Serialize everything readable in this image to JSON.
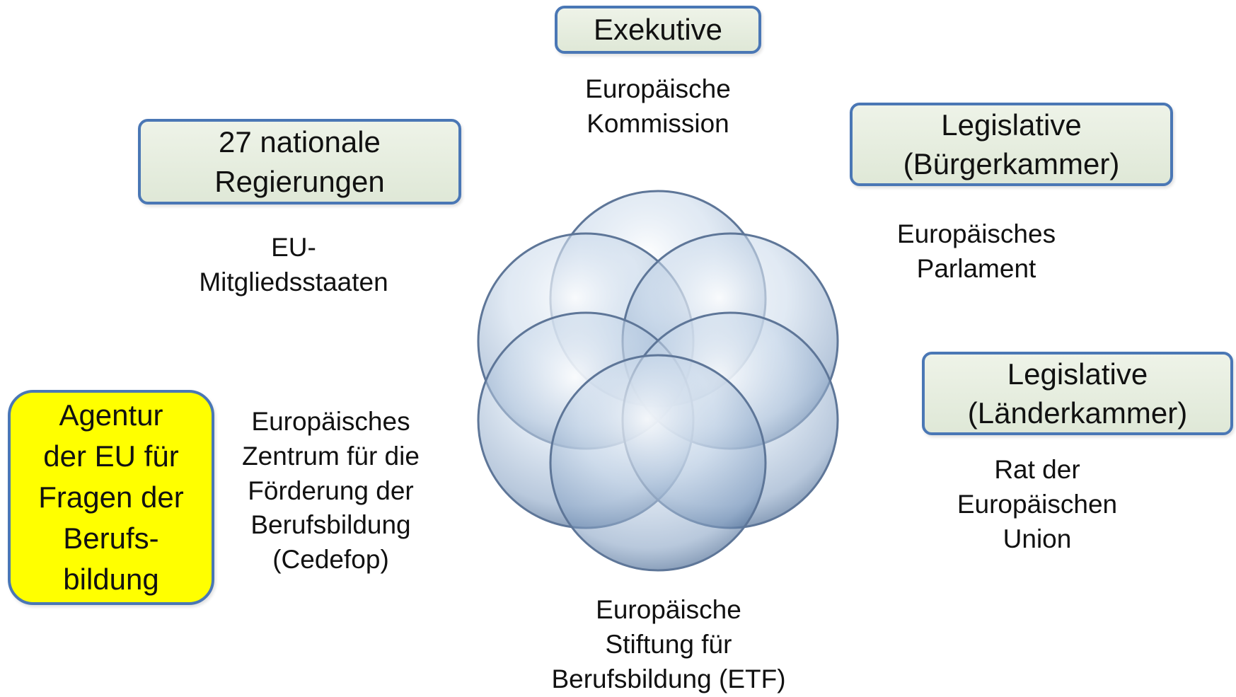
{
  "boxes": {
    "exekutive": "Exekutive",
    "national": "27 nationale\nRegierungen",
    "buergerkammer": "Legislative\n(Bürgerkammer)",
    "laenderkammer": "Legislative\n(Länderkammer)",
    "agentur": "Agentur\nder EU für\nFragen der\nBerufs-\nbildung"
  },
  "labels": {
    "kommission": "Europäische\nKommission",
    "mitgliedsstaaten": "EU-\nMitgliedsstaaten",
    "parlament": "Europäisches\nParlament",
    "rat": "Rat der\nEuropäischen\nUnion",
    "cedefop": "Europäisches\nZentrum für die\nFörderung der\nBerufsbildung\n(Cedefop)",
    "etf": "Europäische\nStiftung für\nBerufsbildung (ETF)"
  },
  "colors": {
    "box_border": "#4a77b5",
    "box_fill": "#e4ecdc",
    "highlight_fill": "#ffff00",
    "circle_fill": "#b9cde3",
    "circle_stroke": "#6f86a3"
  }
}
